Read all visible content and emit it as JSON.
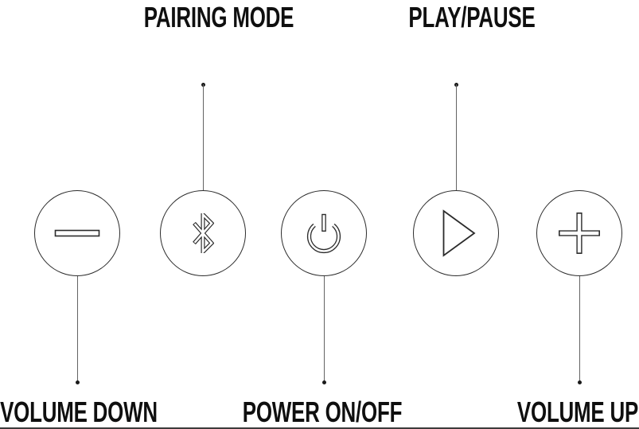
{
  "diagram": {
    "title": "speaker-button-controls",
    "background_color": "#ffffff",
    "outline_color": "#2b2b2b",
    "leader_line_color": "#636363",
    "text_color": "#0f0f0f",
    "bottom_rule_color": "#3b3b3b",
    "buttons": [
      {
        "id": "volume-down",
        "icon": "minus-icon",
        "label": "VOLUME DOWN",
        "label_position": "bottom"
      },
      {
        "id": "pairing-mode",
        "icon": "bluetooth-icon",
        "label": "PAIRING MODE",
        "label_position": "top"
      },
      {
        "id": "power",
        "icon": "power-icon",
        "label": "POWER ON/OFF",
        "label_position": "bottom"
      },
      {
        "id": "play-pause",
        "icon": "play-icon",
        "label": "PLAY/PAUSE",
        "label_position": "top"
      },
      {
        "id": "volume-up",
        "icon": "plus-icon",
        "label": "VOLUME UP",
        "label_position": "bottom"
      }
    ]
  }
}
